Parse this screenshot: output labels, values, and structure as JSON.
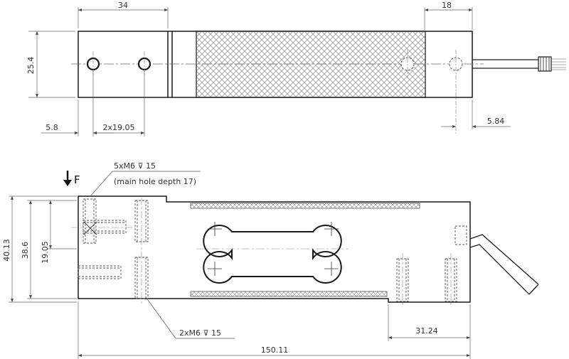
{
  "top_view": {
    "dims": {
      "width_34": "34",
      "width_18": "18",
      "height_25_4": "25.4",
      "offset_5_8": "5.8",
      "pitch_2x19_05": "2x19.05",
      "offset_5_84": "5.84"
    }
  },
  "side_view": {
    "force_label": "F",
    "thread_note_main": "5xM6 ",
    "thread_note_depth_symbol": "⊽",
    "thread_note_depth": " 15",
    "thread_note_sub": "(main hole depth 17)",
    "thread_note_lower": "2xM6 ",
    "thread_note_lower_symbol": "⊽",
    "thread_note_lower_depth": " 15",
    "dims": {
      "height_40_13": "40.13",
      "height_38_6": "38.6",
      "height_19_05": "19.05",
      "length_31_24": "31.24",
      "length_150_11": "150.11"
    }
  },
  "colors": {
    "line": "#1a1a1a",
    "dim_line": "#555555",
    "hatch": "#777777"
  }
}
